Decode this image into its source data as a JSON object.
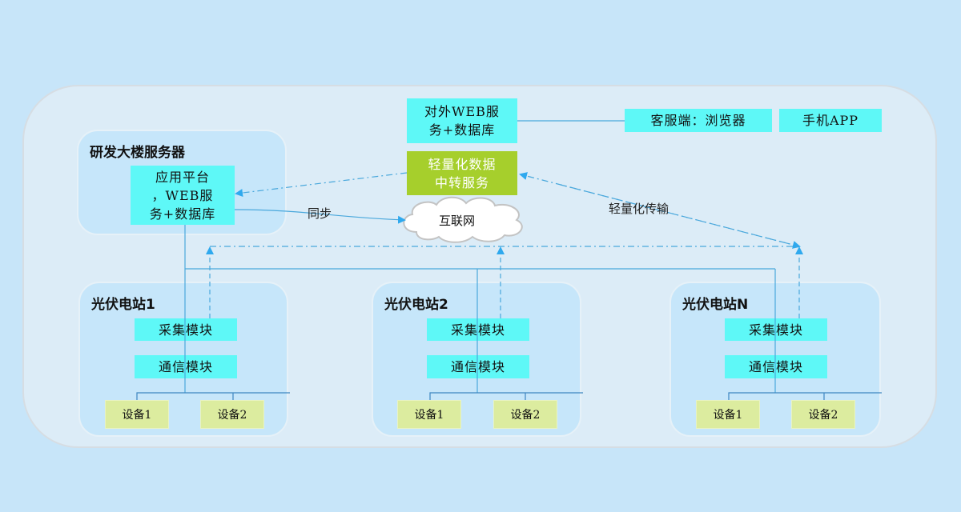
{
  "rd_server": {
    "title": "研发大楼服务器",
    "app_platform": [
      "应用平台",
      "，WEB服",
      "务+数据库"
    ]
  },
  "external_web": [
    "对外WEB服",
    "务+数据库"
  ],
  "relay_service": [
    "轻量化数据",
    "中转服务"
  ],
  "clients": {
    "browser": "客服端：浏览器",
    "mobile": "手机APP"
  },
  "internet": "互联网",
  "edges": {
    "sync": "同步",
    "light_transfer": "轻量化传输"
  },
  "stations": [
    {
      "title": "光伏电站1",
      "collect": "采集模块",
      "comm": "通信模块",
      "devices": [
        "设备1",
        "设备2"
      ]
    },
    {
      "title": "光伏电站2",
      "collect": "采集模块",
      "comm": "通信模块",
      "devices": [
        "设备1",
        "设备2"
      ]
    },
    {
      "title": "光伏电站N",
      "collect": "采集模块",
      "comm": "通信模块",
      "devices": [
        "设备1",
        "设备2"
      ]
    }
  ],
  "colors": {
    "module": "#5ef8f7",
    "relay": "#a6cf2c",
    "device": "#dcec9f",
    "line": "#4aa8dc",
    "arrow": "#2fa9ee"
  }
}
